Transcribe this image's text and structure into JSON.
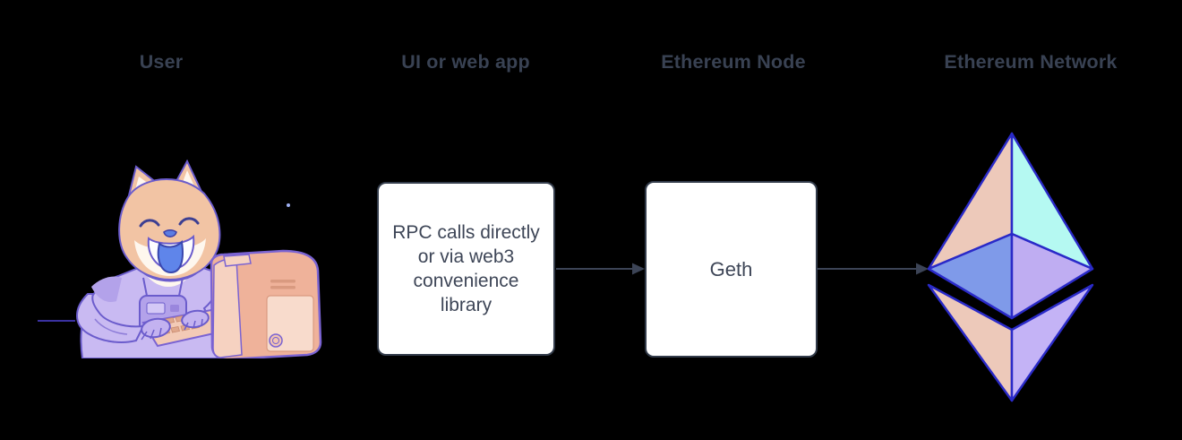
{
  "page": {
    "background": "#000000",
    "description": "Architecture diagram: user interacts with the Ethereum network through a UI or web app that makes RPC calls to a Geth Ethereum node"
  },
  "labels": {
    "user": "User",
    "ui": "UI or web app",
    "node": "Ethereum Node",
    "network": "Ethereum Network"
  },
  "boxes": {
    "ui": {
      "text": "RPC calls directly or via web3 convenience library",
      "lines": [
        "RPC calls directly",
        "or via web3",
        "convenience",
        "library"
      ]
    },
    "node": {
      "text": "Geth"
    }
  },
  "icons": {
    "user_illustration": "doge-astronaut-at-retro-computer",
    "network_logo": "ethereum-diamond-logo"
  },
  "arrows": [
    {
      "from": "ui-box",
      "to": "node-box",
      "direction": "right"
    },
    {
      "from": "node-box",
      "to": "ethereum-logo",
      "direction": "right"
    }
  ],
  "colors": {
    "label_text": "#394253",
    "box_background": "#ffffff",
    "box_border": "#333c4b",
    "box_text": "#3e4657",
    "arrow": "#3c4456",
    "eth": {
      "outline": "#2a2ac8",
      "top_left": "#edc9ba",
      "top_right": "#b5f9f2",
      "mid_left": "#7f9ae9",
      "mid_right": "#bfadf2",
      "bottom_left": "#edc9ba",
      "bottom_right": "#c4b3f6"
    },
    "doge": {
      "fur": "#f2c4a4",
      "cream": "#fef7ee",
      "suit": "#c9baf2",
      "suit_shade": "#b3a2ea",
      "outline": "#6b5ccc",
      "tongue": "#5f85ea",
      "computer": "#efb29a",
      "computer_light": "#f6d2c1",
      "computer_panel": "#f8dbcc"
    }
  }
}
